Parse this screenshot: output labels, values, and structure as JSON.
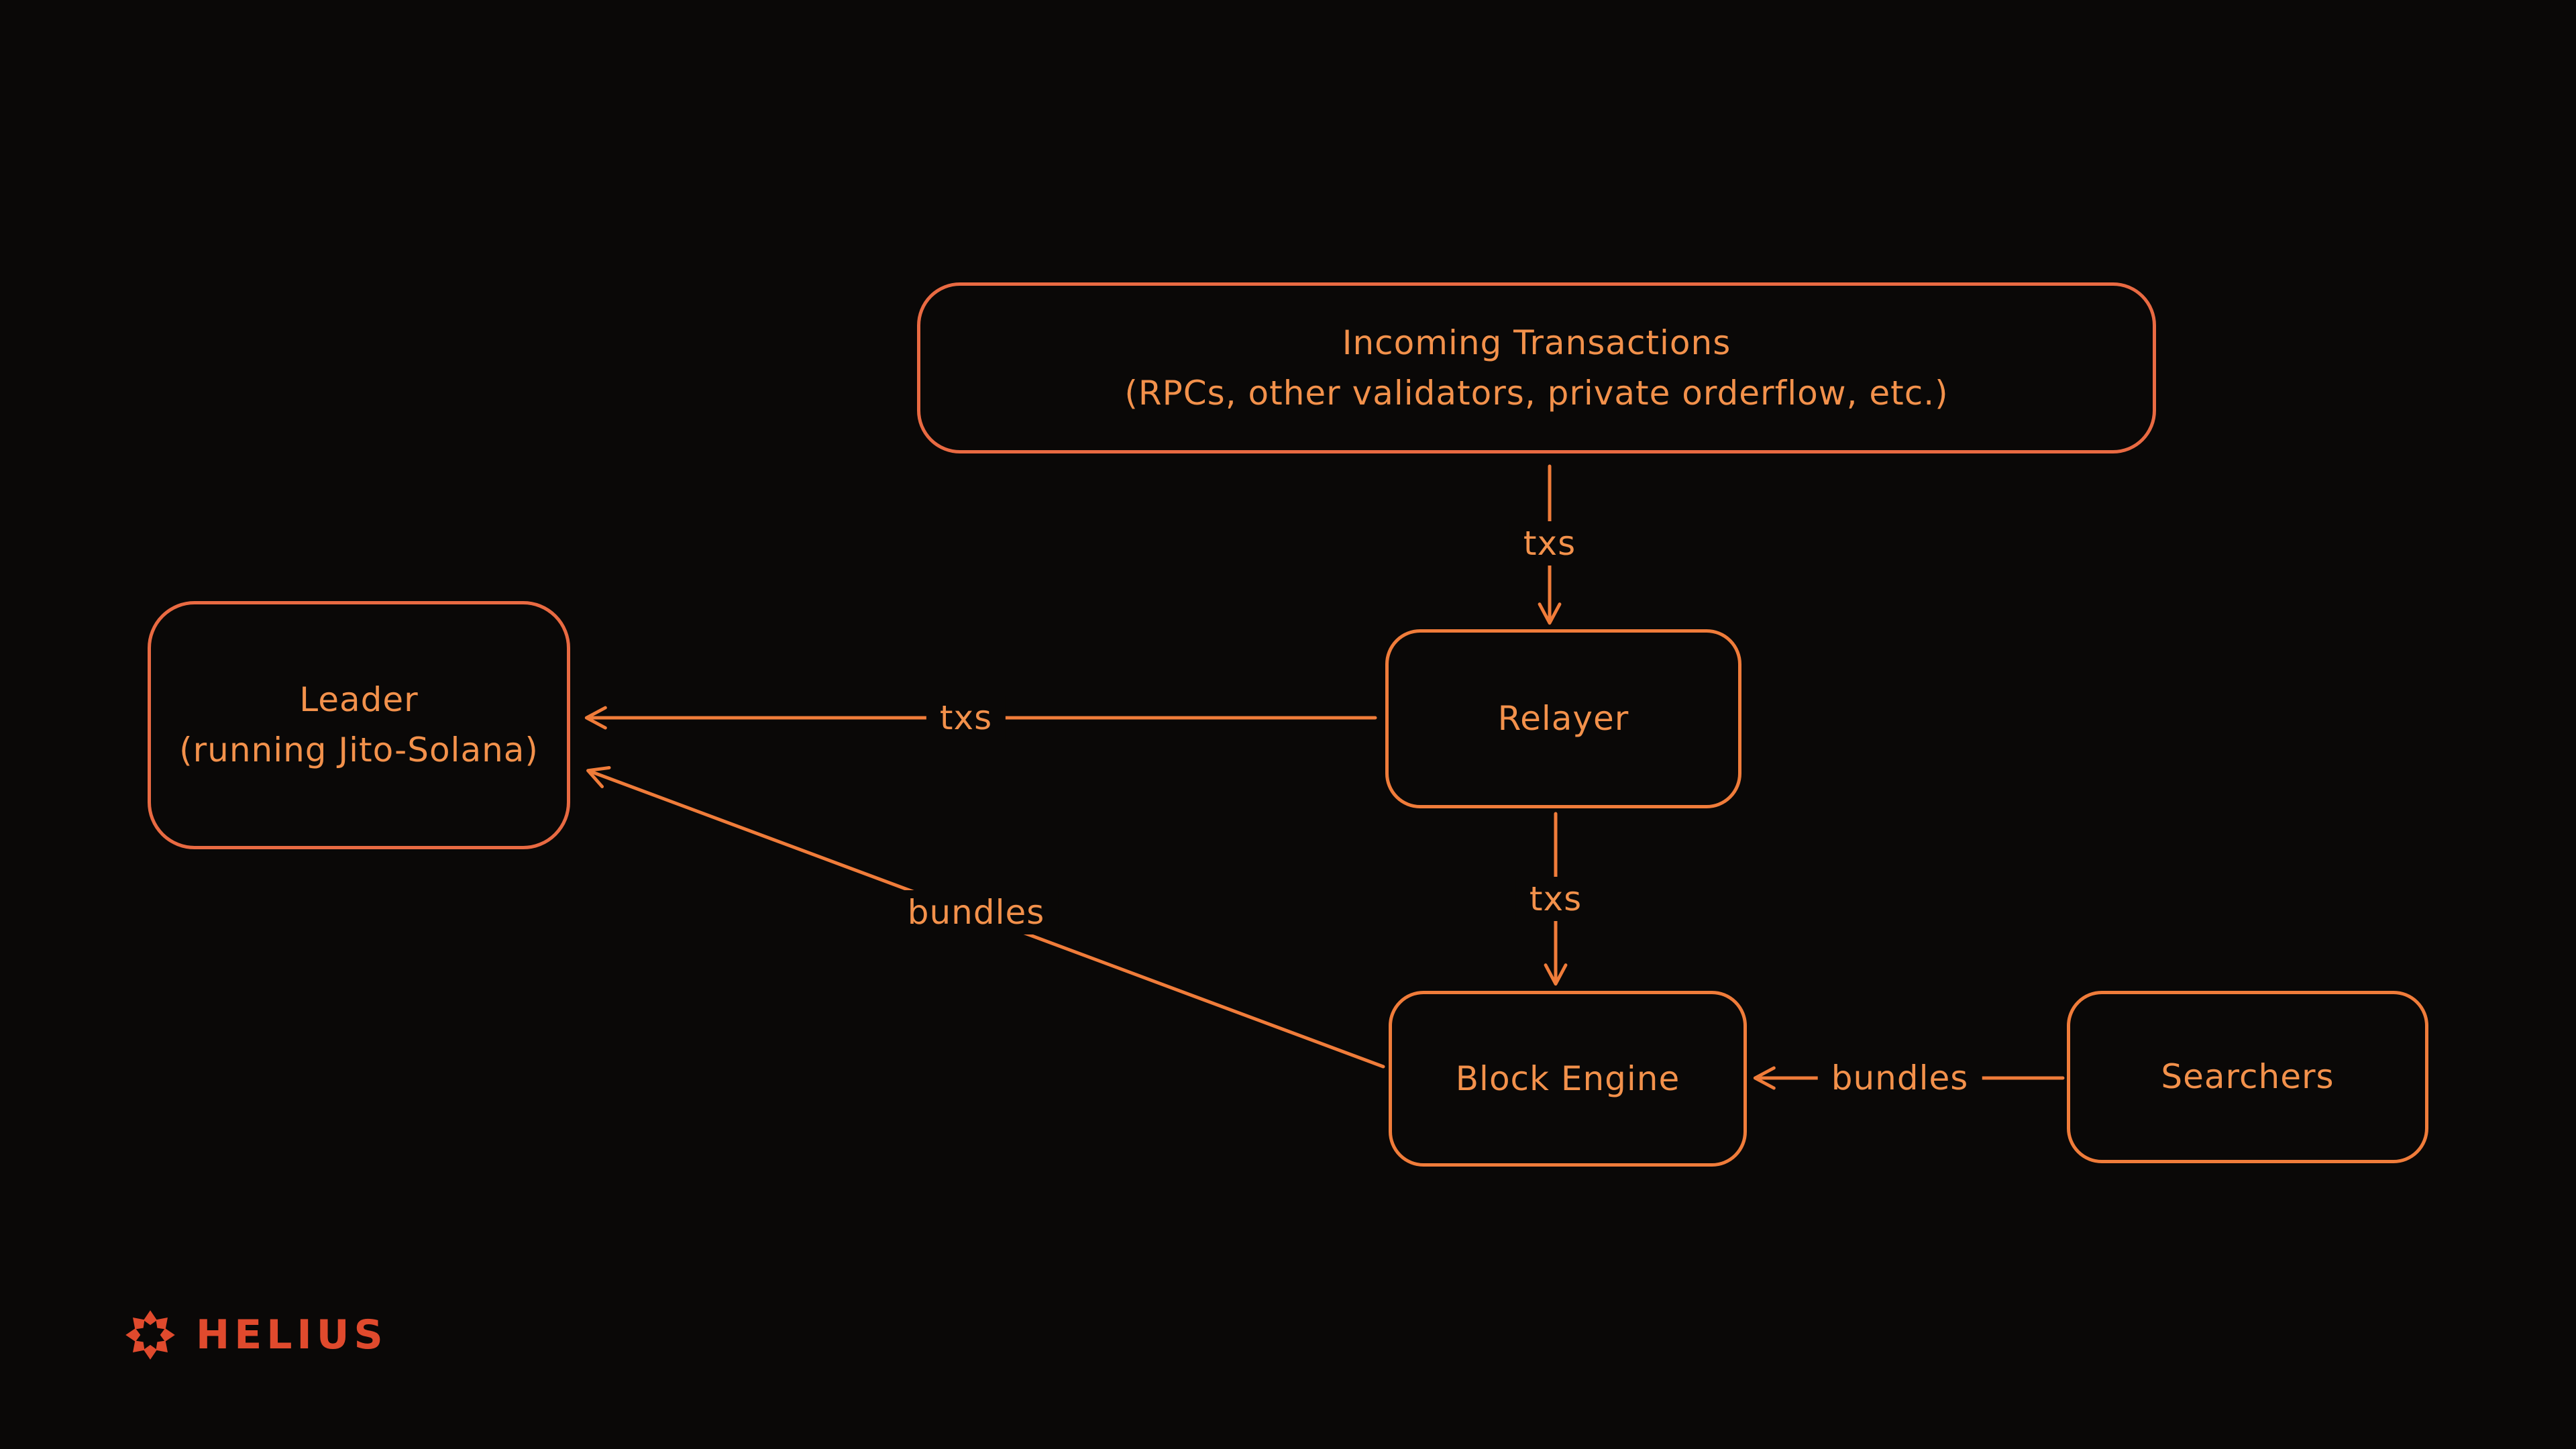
{
  "diagram": {
    "colors": {
      "background": "#0a0807",
      "stroke": "#f07c3a",
      "stroke_alt": "#e96a42",
      "text": "#f3914b",
      "logo": "#e04a2d"
    },
    "nodes": {
      "incoming": {
        "line1": "Incoming Transactions",
        "line2": "(RPCs, other validators, private orderflow, etc.)"
      },
      "relayer": {
        "label": "Relayer"
      },
      "leader": {
        "line1": "Leader",
        "line2": "(running Jito-Solana)"
      },
      "block_engine": {
        "label": "Block Engine"
      },
      "searchers": {
        "label": "Searchers"
      }
    },
    "edges": {
      "incoming_to_relayer": {
        "label": "txs"
      },
      "relayer_to_leader": {
        "label": "txs"
      },
      "relayer_to_block_engine": {
        "label": "txs"
      },
      "searchers_to_block_engine": {
        "label": "bundles"
      },
      "block_engine_to_leader": {
        "label": "bundles"
      }
    },
    "logo": {
      "text": "HELIUS"
    }
  }
}
